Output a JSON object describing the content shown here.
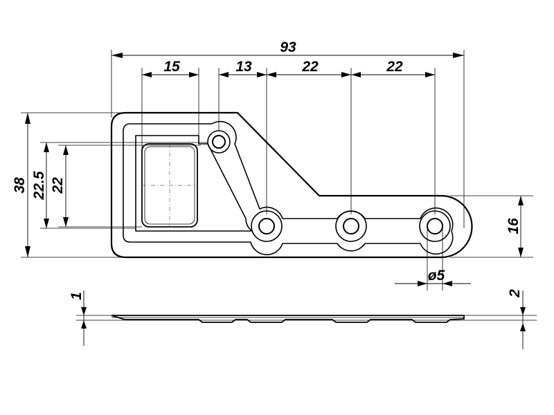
{
  "drawing": {
    "dimensions": {
      "overall_width": "93",
      "hole_offset_1": "15",
      "hole_offset_2": "13",
      "hole_spacing_1": "22",
      "hole_spacing_2": "22",
      "overall_height": "38",
      "window_height_outer": "22.5",
      "window_height_inner": "22",
      "tab_height": "16",
      "hole_diameter": "ø5",
      "stamp_depth": "1",
      "total_thickness": "2"
    }
  }
}
